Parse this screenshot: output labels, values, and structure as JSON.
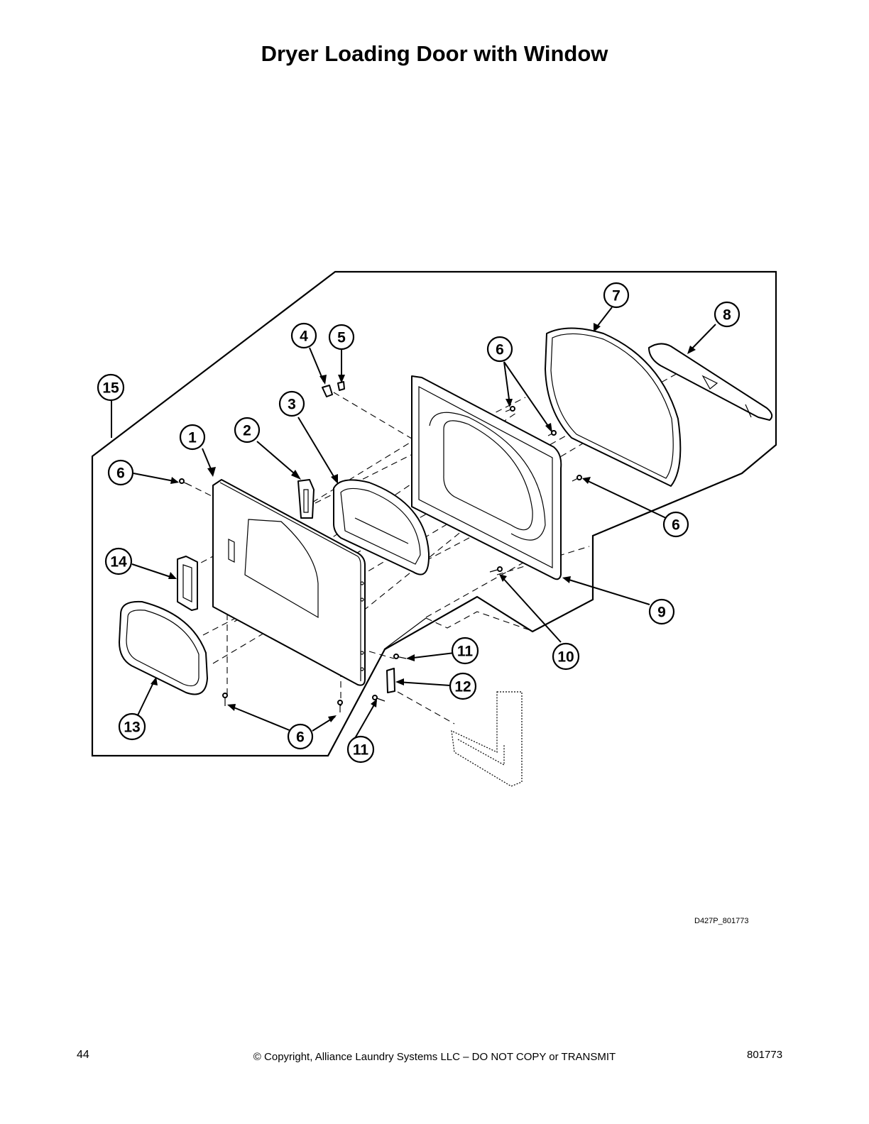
{
  "title": "Dryer Loading Door with Window",
  "callouts": {
    "c1": "1",
    "c2": "2",
    "c3": "3",
    "c4": "4",
    "c5": "5",
    "c6a": "6",
    "c6b": "6",
    "c6c": "6",
    "c6d": "6",
    "c7": "7",
    "c8": "8",
    "c9": "9",
    "c10": "10",
    "c11a": "11",
    "c11b": "11",
    "c12": "12",
    "c13": "13",
    "c14": "14",
    "c15": "15"
  },
  "drawing_id": "D427P_801773",
  "footer": {
    "page_number": "44",
    "copyright": "© Copyright, Alliance Laundry Systems LLC – DO NOT COPY or TRANSMIT",
    "doc_number": "801773"
  }
}
